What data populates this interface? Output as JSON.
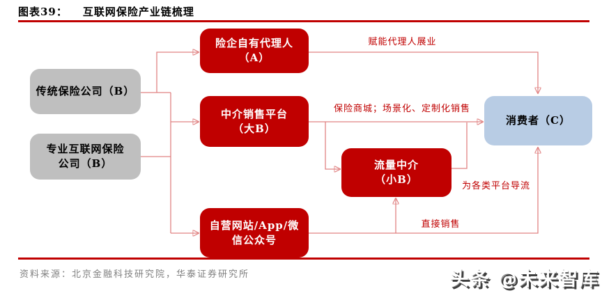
{
  "header": {
    "figure_label": "图表39：",
    "title": "互联网保险产业链梳理"
  },
  "diagram": {
    "nodes": {
      "traditional_insurer": {
        "lines": [
          "传统保险公司（B）"
        ]
      },
      "professional_internet_insurer": {
        "lines": [
          "专业互联网保险",
          "公司（B）"
        ]
      },
      "own_agents": {
        "lines": [
          "险企自有代理人",
          "（A）"
        ]
      },
      "intermediary_platform": {
        "lines": [
          "中介销售平台",
          "（大B）"
        ]
      },
      "traffic_intermediary": {
        "lines": [
          "流量中介",
          "（小B）"
        ]
      },
      "self_operated_channels": {
        "lines": [
          "自营网站/App/微信公众号"
        ]
      },
      "consumer": {
        "lines": [
          "消费者（C）"
        ]
      }
    },
    "edge_labels": {
      "empower_agents": "赋能代理人展业",
      "insurance_mall": "保险商城；场景化、定制化销售",
      "divert_traffic": "为各类平台导流",
      "direct_sales": "直接销售"
    },
    "colors": {
      "accent_rule_red": "#c00000",
      "node_red": "#c00000",
      "node_gray": "#bfbfbf",
      "node_blue": "#b8cce4",
      "connector_line": "#e08282",
      "arrowhead": "#c00000",
      "edge_label_text": "#c00000"
    }
  },
  "footer": {
    "source": "资料来源：北京金融科技研究院，华泰证券研究所",
    "watermark": "头条 @未来智库"
  }
}
